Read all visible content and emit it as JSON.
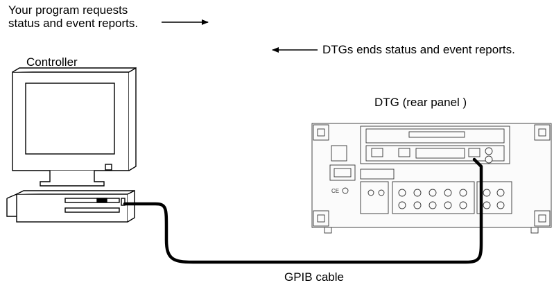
{
  "labels": {
    "request_line1": "Your program requests",
    "request_line2": "status and event  reports.",
    "response": "DTGs ends status and event  reports.",
    "controller": "Controller",
    "dtg": "DTG (rear panel )",
    "cable": "GPIB cable"
  },
  "colors": {
    "ink": "#000000",
    "panel_fill": "#fbfbfb",
    "panel_line": "#333333"
  }
}
